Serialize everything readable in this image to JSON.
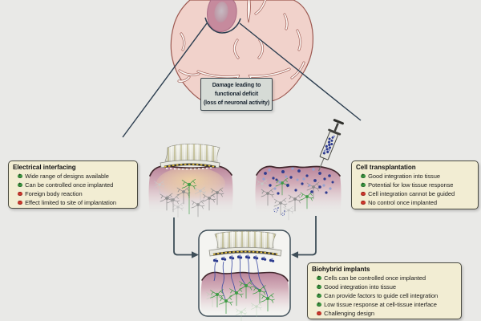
{
  "palette": {
    "background": "#e9e9e7",
    "box_fill": "#f2edd3",
    "box_border": "#4a4a40",
    "label_fill": "#d6dbd6",
    "label_border": "#3d4a50",
    "positive": "#3f9e44",
    "negative": "#d6392e",
    "line_color": "#2c3e50"
  },
  "damage_label": {
    "lines": [
      "Damage leading to",
      "functional deficit",
      "(loss of neuronal activity)"
    ]
  },
  "boxes": {
    "electrical": {
      "title": "Electrical interfacing",
      "items": [
        {
          "polarity": "positive",
          "glyph": "+",
          "text": "Wide range of designs available"
        },
        {
          "polarity": "positive",
          "glyph": "+",
          "text": "Can be controlled once implanted"
        },
        {
          "polarity": "negative",
          "glyph": "−",
          "text": "Foreign body reaction"
        },
        {
          "polarity": "negative",
          "glyph": "−",
          "text": "Effect limited to site of implantation"
        }
      ]
    },
    "cell": {
      "title": "Cell transplantation",
      "items": [
        {
          "polarity": "positive",
          "glyph": "+",
          "text": "Good integration into tissue"
        },
        {
          "polarity": "positive",
          "glyph": "+",
          "text": "Potential for low tissue response"
        },
        {
          "polarity": "negative",
          "glyph": "−",
          "text": "Cell integration cannot be guided"
        },
        {
          "polarity": "negative",
          "glyph": "−",
          "text": "No control once implanted"
        }
      ]
    },
    "biohybrid": {
      "title": "Biohybrid implants",
      "items": [
        {
          "polarity": "positive",
          "glyph": "+",
          "text": "Cells can be controlled once implanted"
        },
        {
          "polarity": "positive",
          "glyph": "+",
          "text": "Good integration into tissue"
        },
        {
          "polarity": "positive",
          "glyph": "+",
          "text": "Can provide factors to guide cell integration"
        },
        {
          "polarity": "positive",
          "glyph": "+",
          "text": "Low tissue response at cell-tissue interface"
        },
        {
          "polarity": "negative",
          "glyph": "−",
          "text": "Challenging design"
        }
      ]
    }
  }
}
